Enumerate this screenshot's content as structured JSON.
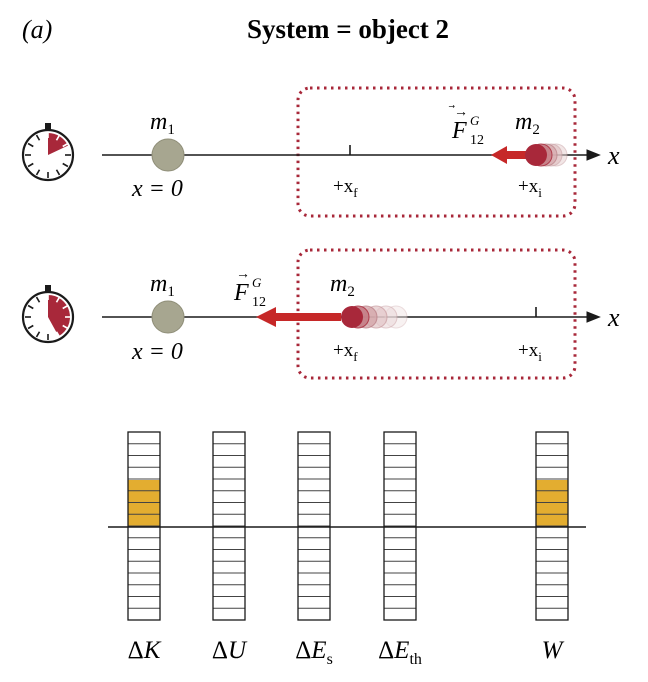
{
  "panel_label": "(a)",
  "title": "System = object 2",
  "accent_color": "#a8283a",
  "force_color": "#c62828",
  "bar_fill_color": "#e3ad30",
  "mass1_color": "#a7a690",
  "row1": {
    "clock_fraction": 0.18,
    "m1_base": "m",
    "m1_sub": "1",
    "origin_label": "x = 0",
    "m2_base": "m",
    "m2_sub": "2",
    "force_base": "F",
    "force_sup": "G",
    "force_sub": "12",
    "xf_base": "+x",
    "xf_sub": "f",
    "xi_base": "+x",
    "xi_sub": "i",
    "axis_label": "x"
  },
  "row2": {
    "clock_fraction": 0.42,
    "m1_base": "m",
    "m1_sub": "1",
    "origin_label": "x = 0",
    "m2_base": "m",
    "m2_sub": "2",
    "force_base": "F",
    "force_sup": "G",
    "force_sub": "12",
    "xf_base": "+x",
    "xf_sub": "f",
    "xi_base": "+x",
    "xi_sub": "i",
    "axis_label": "x"
  },
  "energy_bars": [
    {
      "base": "ΔK",
      "sub": "",
      "value": 4
    },
    {
      "base": "ΔU",
      "sub": "",
      "value": 0
    },
    {
      "base": "ΔE",
      "sub": "s",
      "value": 0
    },
    {
      "base": "ΔE",
      "sub": "th",
      "value": 0
    },
    {
      "base": "W",
      "sub": "",
      "value": 4
    }
  ]
}
